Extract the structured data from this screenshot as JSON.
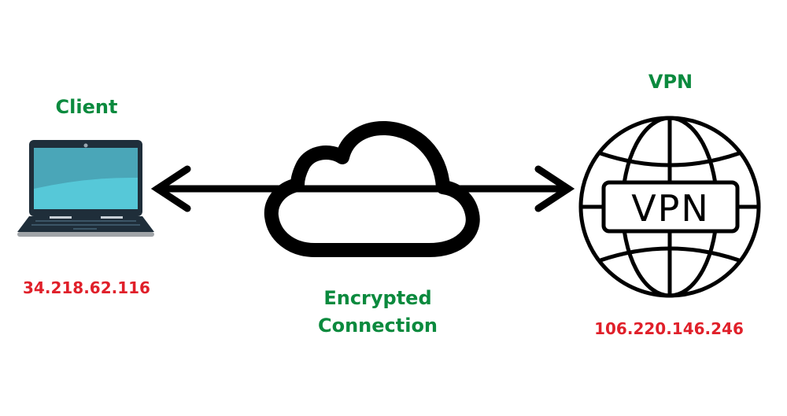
{
  "client": {
    "title": "Client",
    "ip": "34.218.62.116",
    "icon": "laptop-icon"
  },
  "connection": {
    "line1": "Encrypted",
    "line2": "Connection",
    "icon": "cloud-icon",
    "arrow": "bidirectional-arrow"
  },
  "vpn": {
    "title": "VPN",
    "badge_text": "VPN",
    "ip": "106.220.146.246",
    "icon": "globe-icon"
  },
  "colors": {
    "label_green": "#0b8a3e",
    "ip_red": "#e0202a",
    "screen_dark": "#4aa6b8",
    "screen_light": "#56c8d8",
    "laptop_frame": "#1f2e3a"
  }
}
